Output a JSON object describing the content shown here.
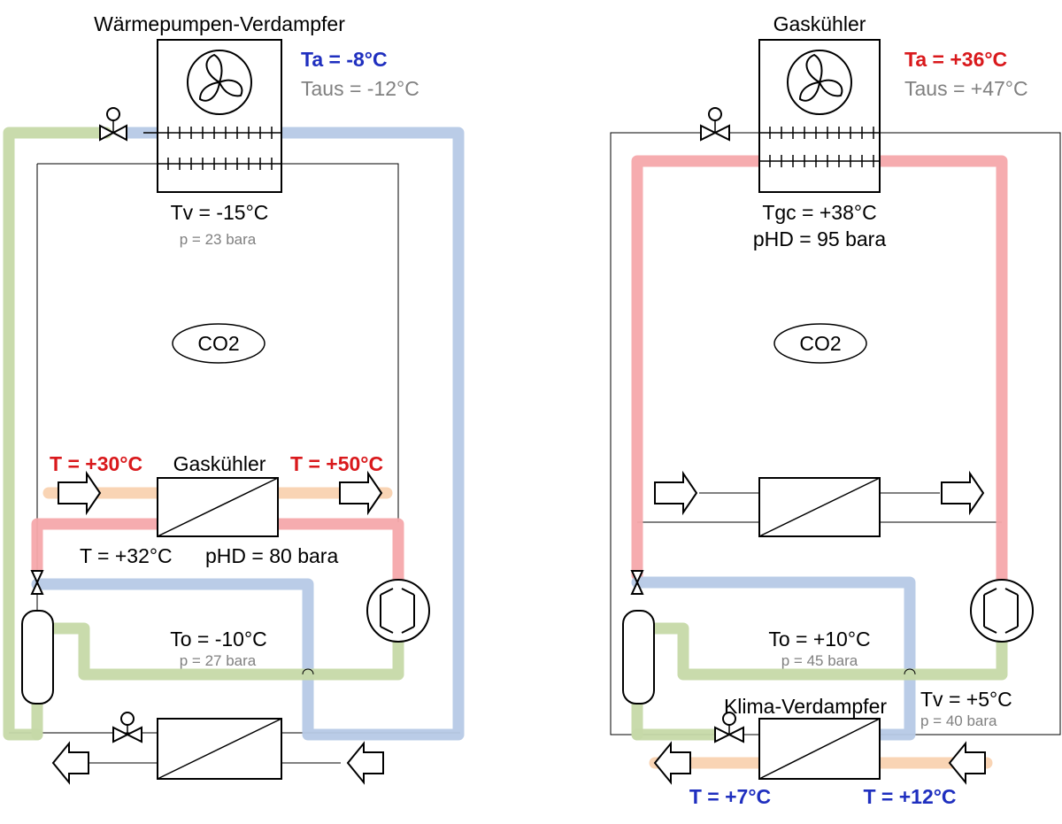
{
  "left": {
    "evaporator_title": "Wärmepumpen-Verdampfer",
    "ta": "Ta = -8°C",
    "taus": "Taus = -12°C",
    "tv": "Tv = -15°C",
    "tv_pressure": "p = 23 bara",
    "medium": "CO2",
    "gascooler_title": "Gaskühler",
    "t_in": "T = +30°C",
    "t_out": "T = +50°C",
    "t_gc": "T = +32°C",
    "p_hd": "pHD = 80 bara",
    "to": "To = -10°C",
    "to_pressure": "p = 27 bara"
  },
  "right": {
    "gascooler_title": "Gaskühler",
    "ta": "Ta = +36°C",
    "taus": "Taus = +47°C",
    "tgc": "Tgc = +38°C",
    "p_hd": "pHD = 95 bara",
    "medium": "CO2",
    "to": "To = +10°C",
    "to_pressure": "p = 45 bara",
    "tv": "Tv = +5°C",
    "tv_pressure": "p = 40 bara",
    "evaporator_title": "Klima-Verdampfer",
    "t_out": "T = +7°C",
    "t_in": "T = +12°C"
  },
  "colors": {
    "hot_label": "#d9191c",
    "cold_label": "#1f2fbf",
    "pipe_green": "#c6d9a8",
    "pipe_blue": "#b6c9e6",
    "pipe_red": "#f5a8ab",
    "pipe_orange": "#f9d2b0",
    "grey_text": "#808080"
  },
  "icons": [
    "fan-icon",
    "expansion-valve-icon",
    "compressor-icon",
    "receiver-icon",
    "heat-exchanger-icon",
    "flow-arrow-icon"
  ]
}
